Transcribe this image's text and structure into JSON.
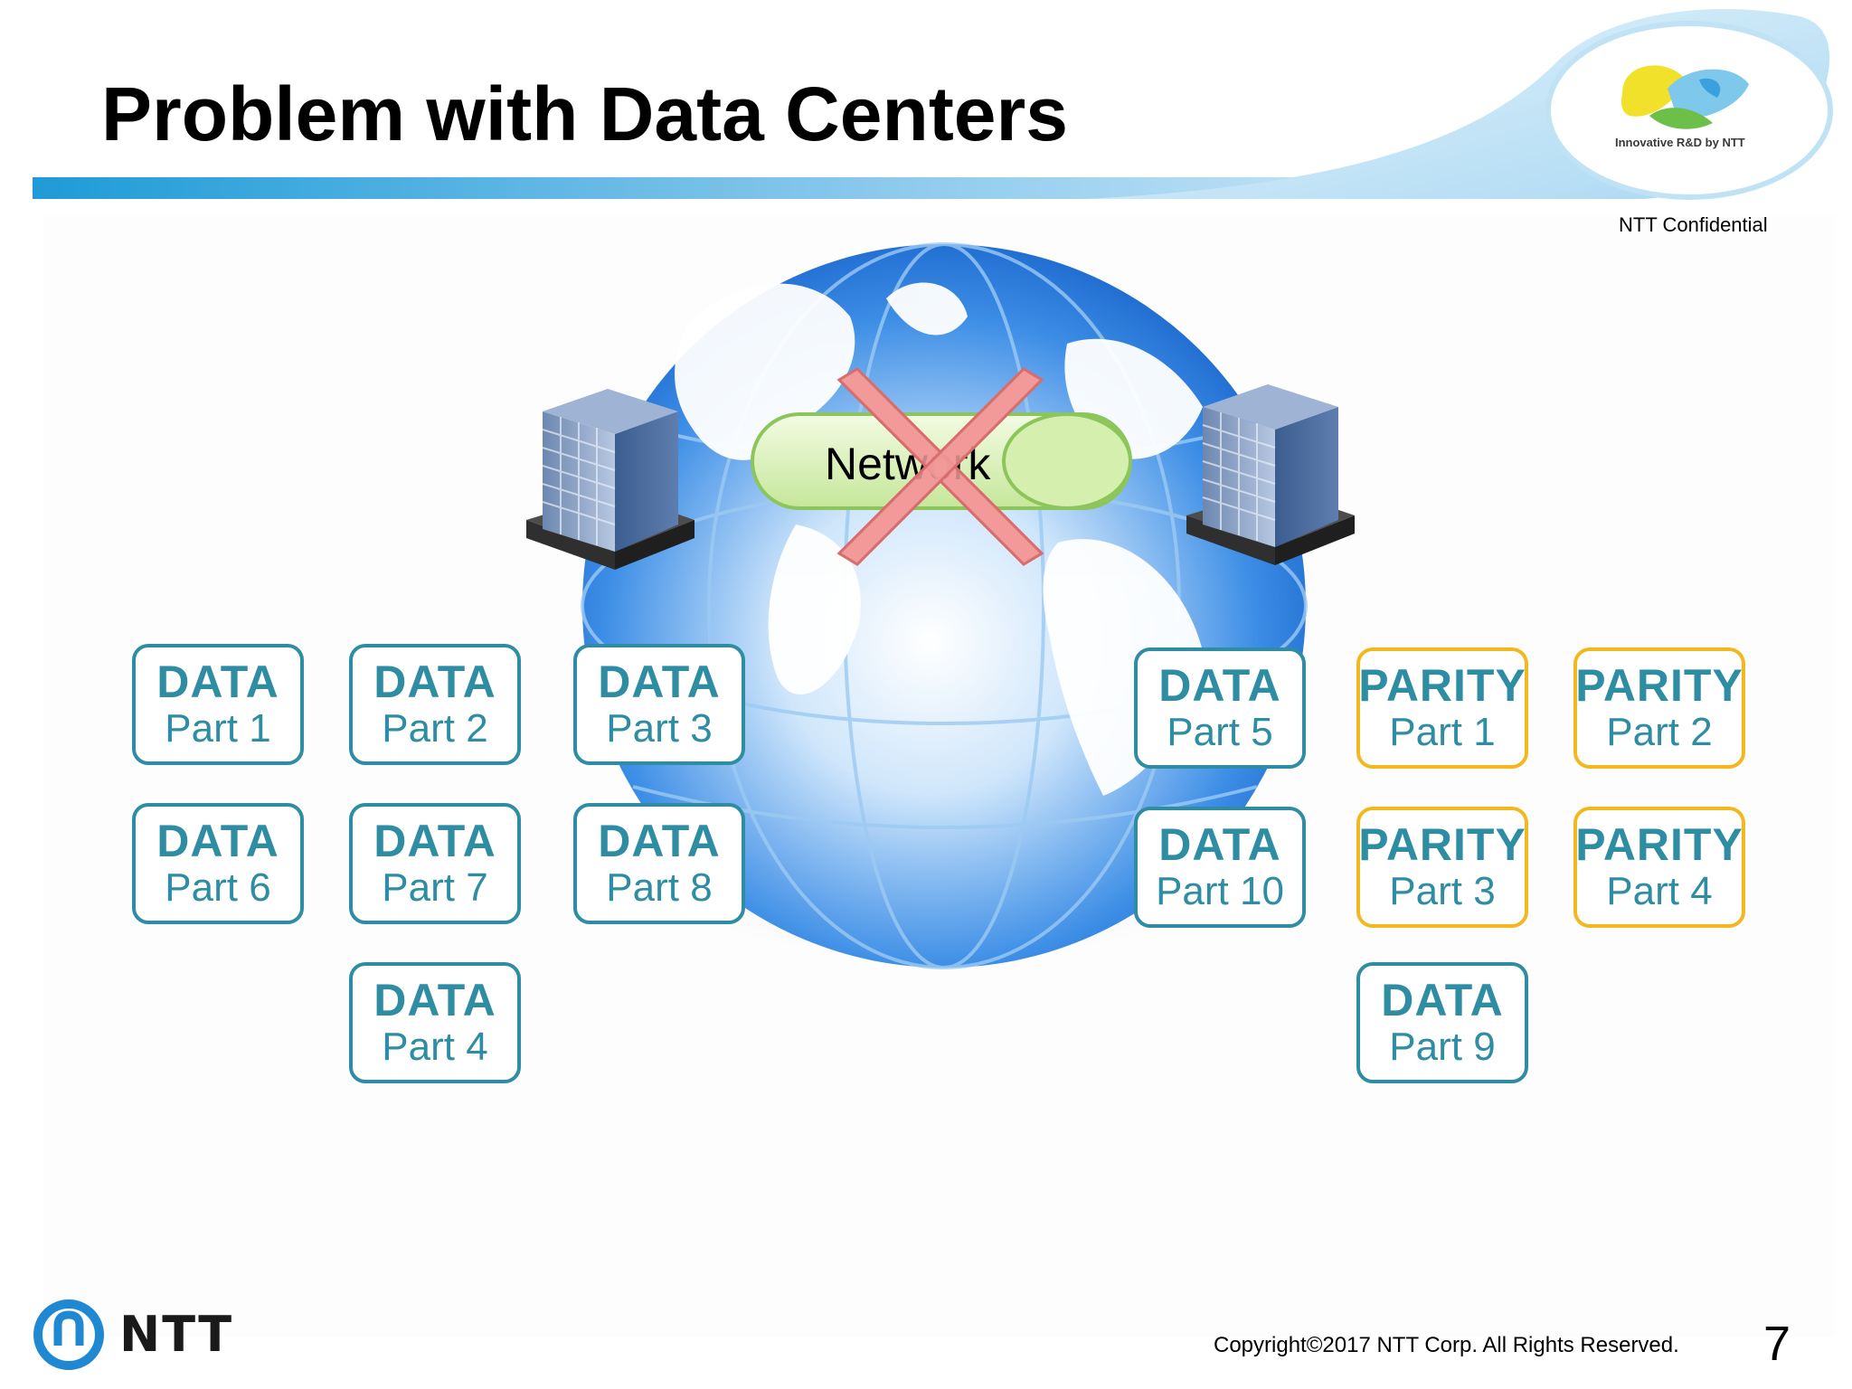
{
  "slide": {
    "title": "Problem with Data Centers",
    "confidential": "NTT Confidential",
    "brand_caption": "Innovative R&D by NTT",
    "copyright": "Copyright©2017  NTT Corp. All Rights Reserved.",
    "page_number": "7",
    "footer_logo_text": "NTT"
  },
  "diagram": {
    "network_label": "Network",
    "network_status": "broken",
    "data_centers": [
      "left-data-center",
      "right-data-center"
    ],
    "left_boxes": [
      {
        "kind": "DATA",
        "part": "Part 1"
      },
      {
        "kind": "DATA",
        "part": "Part 2"
      },
      {
        "kind": "DATA",
        "part": "Part 3"
      },
      {
        "kind": "DATA",
        "part": "Part 6"
      },
      {
        "kind": "DATA",
        "part": "Part 7"
      },
      {
        "kind": "DATA",
        "part": "Part 8"
      },
      {
        "kind": "DATA",
        "part": "Part 4"
      }
    ],
    "right_boxes": [
      {
        "kind": "DATA",
        "part": "Part 5"
      },
      {
        "kind": "PARITY",
        "part": "Part 1"
      },
      {
        "kind": "PARITY",
        "part": "Part 2"
      },
      {
        "kind": "DATA",
        "part": "Part 10"
      },
      {
        "kind": "PARITY",
        "part": "Part 3"
      },
      {
        "kind": "PARITY",
        "part": "Part 4"
      },
      {
        "kind": "DATA",
        "part": "Part 9"
      }
    ]
  },
  "colors": {
    "data_border": "#2f8da3",
    "parity_border": "#f4b81f",
    "cross": "#f08080",
    "band_start": "#1e9bd7",
    "band_end": "#cfe9f7"
  }
}
